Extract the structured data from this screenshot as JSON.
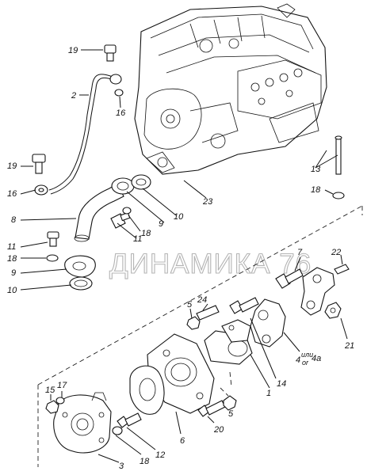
{
  "watermark": "ДИНАМИКА 76",
  "callouts": {
    "c19a": "19",
    "c2": "2",
    "c16a": "16",
    "c19b": "19",
    "c16b": "16",
    "c8": "8",
    "c11a": "11",
    "c18a": "18",
    "c9a": "9",
    "c10a": "10",
    "c18b": "18",
    "c11b": "11",
    "c9b": "9",
    "c10b": "10",
    "c23": "23",
    "c13": "13",
    "c18c": "18",
    "c7": "7",
    "c22": "22",
    "c5a": "5",
    "c24": "24",
    "c4": "4",
    "c_ili": "или",
    "c_or": "or",
    "c4a": "4а",
    "c21": "21",
    "c14": "14",
    "c1": "1",
    "c15": "15",
    "c17": "17",
    "c5b": "5",
    "c20": "20",
    "c6": "6",
    "c12": "12",
    "c18d": "18",
    "c3": "3"
  }
}
